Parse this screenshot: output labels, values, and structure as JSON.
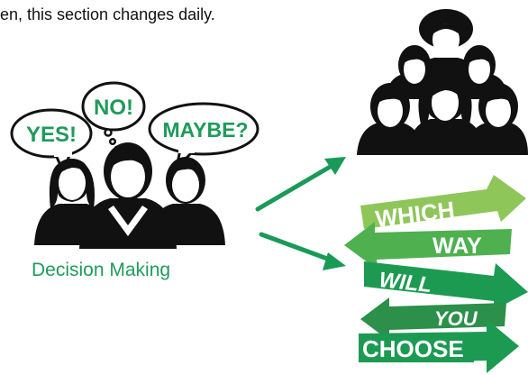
{
  "header": {
    "text": "en, this section changes daily."
  },
  "decision_group": {
    "caption": "Decision Making",
    "bubbles": {
      "yes": "YES!",
      "no": "NO!",
      "maybe": "MAYBE?"
    }
  },
  "signpost": {
    "words": [
      "WHICH",
      "WAY",
      "WILL",
      "YOU",
      "CHOOSE"
    ]
  },
  "colors": {
    "accent": "#1f9b5a",
    "arrow": "#1a9a57",
    "silhouette": "#111111",
    "sign_light": "#8fc65a",
    "sign_mid": "#4fb050",
    "sign_dark": "#1d9a52"
  }
}
